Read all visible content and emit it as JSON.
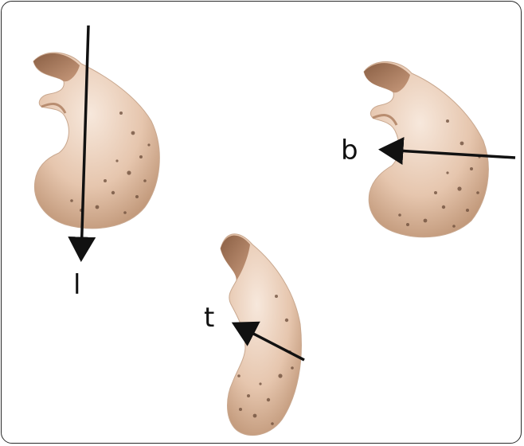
{
  "labels": {
    "l": "l",
    "b": "b",
    "t": "t"
  },
  "colors": {
    "frame_border": "#2a2a2a",
    "cashew_light": "#f1dccb",
    "cashew_mid": "#d9b49a",
    "cashew_shadow": "#a07a5c",
    "speckle": "#6a4b38",
    "arrow": "#111111"
  }
}
